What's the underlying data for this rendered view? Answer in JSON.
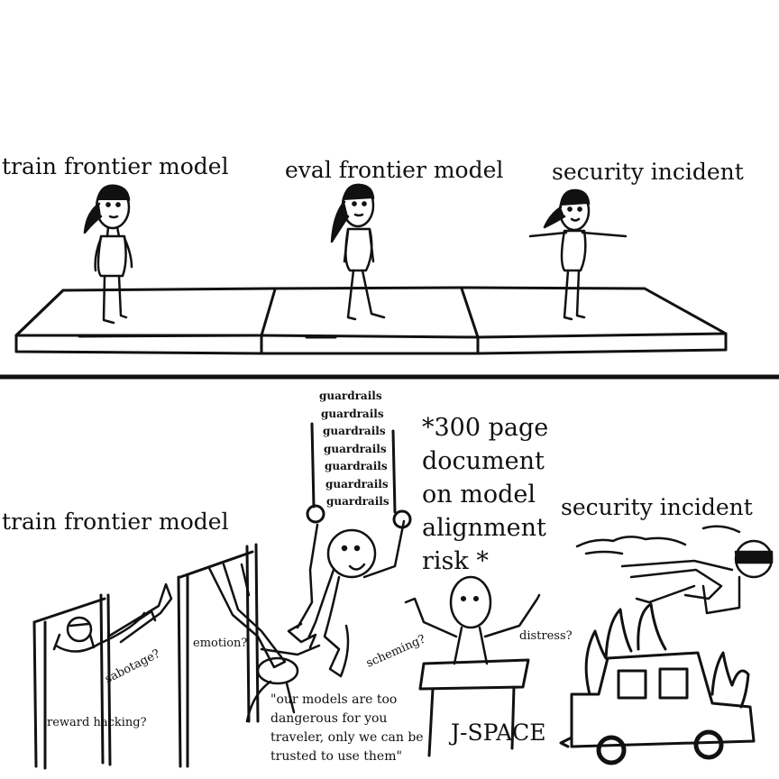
{
  "top_panel": {
    "labels": [
      "train frontier model",
      "eval frontier model",
      "security incident"
    ]
  },
  "bottom_panel": {
    "train_label": "train frontier model",
    "security_label": "security incident",
    "document_note": "*300 page document on model alignment risk *",
    "guardrails": [
      "guardrails",
      "guardrails",
      "guardrails",
      "guardrails",
      "guardrails",
      "guardrails",
      "guardrails"
    ],
    "tags": {
      "sabotage": "sabotage?",
      "reward_hacking": "reward hacking?",
      "emotion": "emotion?",
      "scheming": "scheming?",
      "distress": "distress?"
    },
    "quote": "\"our models are too dangerous for you traveler, only we can be trusted to use them\"",
    "judge_table": "J-SPACE"
  }
}
